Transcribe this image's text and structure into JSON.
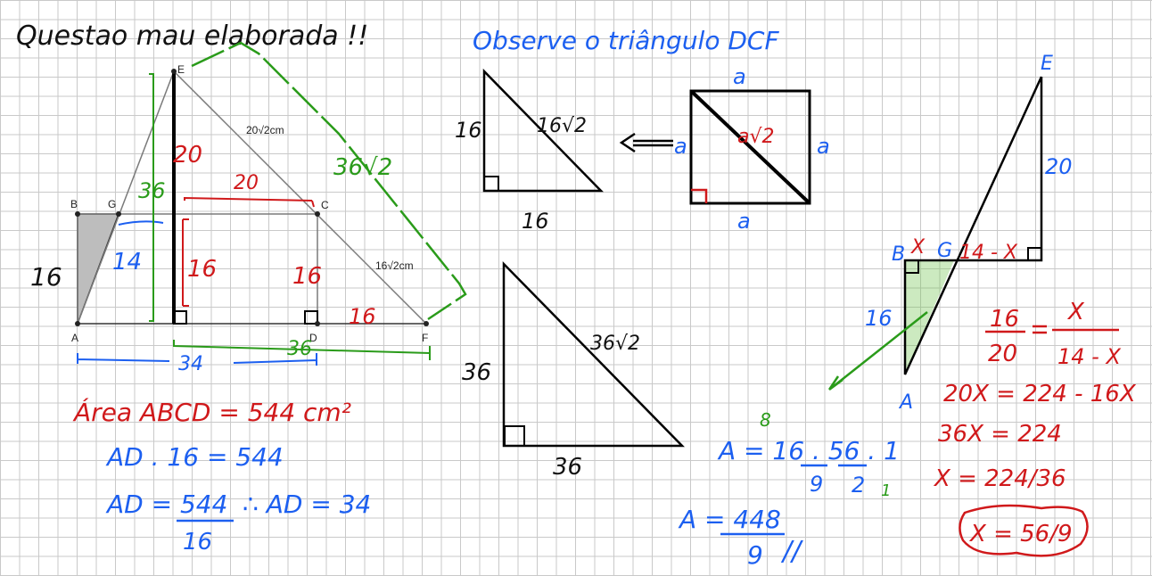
{
  "title": "Questao mau elaborada !!",
  "note_observe": "Observe o triângulo DCF",
  "figure": {
    "points": {
      "A": "A",
      "B": "B",
      "C": "C",
      "D": "D",
      "E": "E",
      "F": "F",
      "G": "G"
    },
    "len_ec": "20√2cm",
    "len_cf": "16√2cm",
    "len_ab": "16",
    "len_bg_blue": "14",
    "len_eh": "20",
    "len_h_c": "20",
    "len_ha": "16",
    "len_cd": "16",
    "len_df": "16",
    "len_ed_green": "36",
    "len_ef_green": "36√2",
    "len_dfbase_green": "36",
    "len_ad_blue": "34"
  },
  "area_work": {
    "line1": "Área ABCD = 544 cm²",
    "line2": "AD . 16 = 544",
    "line3_lhs": "AD = 544",
    "line3_den": "16",
    "line3_rhs": "∴ AD = 34"
  },
  "triangle1": {
    "leg_v": "16",
    "leg_h": "16",
    "hyp": "16√2"
  },
  "square": {
    "top": "a",
    "bottom": "a",
    "left": "a",
    "right": "a",
    "diag": "a√2"
  },
  "triangle2": {
    "leg_v": "36",
    "leg_h": "36",
    "hyp": "36√2"
  },
  "right_fig": {
    "E": "E",
    "B": "B",
    "X": "X",
    "G": "G",
    "A": "A",
    "seg_14x": "14 - X",
    "seg_20": "20",
    "seg_16": "16"
  },
  "proportion": {
    "num_left": "16",
    "den_left": "20",
    "num_right": "X",
    "den_right": "14 - X",
    "eq1": "20X = 224 - 16X",
    "eq2": "36X = 224",
    "eq3": "X = 224/36",
    "eq4": "X = 56/9"
  },
  "area_final": {
    "line1": "A = 16 . 56 . 1",
    "over8": "8",
    "den9": "9",
    "den2": "2",
    "over1": "1",
    "res_lhs": "A = 448",
    "res_den": "9",
    "slashes": "//"
  },
  "colors": {
    "red": "#d0191b",
    "blue": "#1c5ff0",
    "green": "#2a9b1a",
    "grid": "#c9c9c9"
  }
}
